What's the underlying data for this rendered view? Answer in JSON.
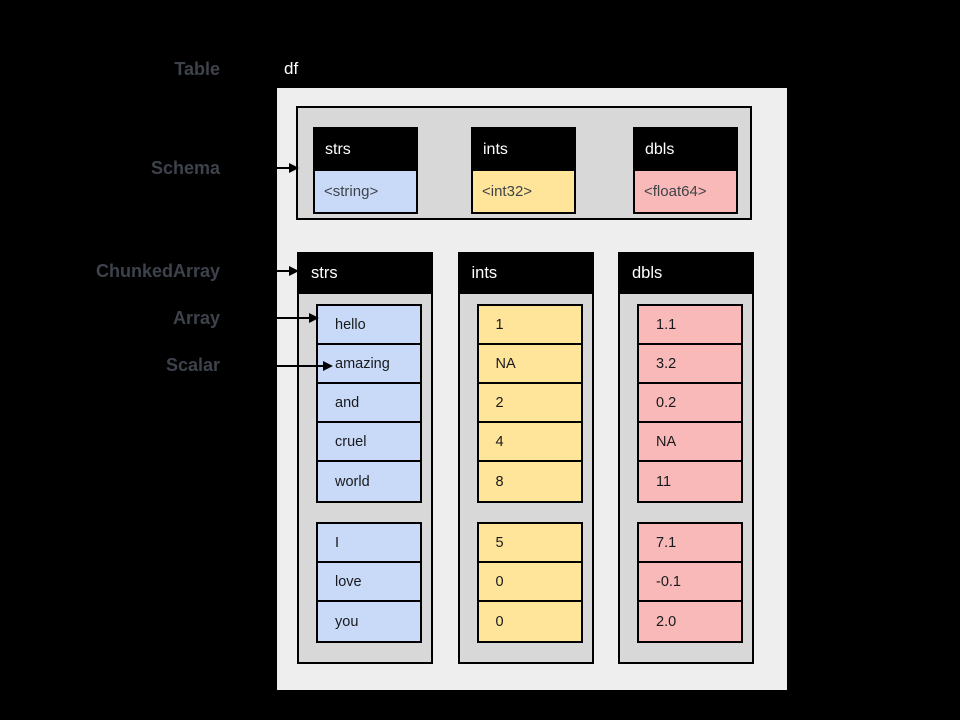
{
  "title": {
    "table_var": "df"
  },
  "legend": {
    "table": "Table",
    "schema": "Schema",
    "chunked_array": "ChunkedArray",
    "array": "Array",
    "scalar": "Scalar"
  },
  "colors": {
    "string_blue": "#c9daf8",
    "int_yellow": "#ffe59a",
    "float_pink": "#f9b9b8",
    "panel_gray": "#d8d8d8",
    "outer_box": "#eeeeee",
    "header_black": "#000000"
  },
  "schema": {
    "fields": [
      {
        "name": "strs",
        "type": "<string>",
        "color": "string_blue"
      },
      {
        "name": "ints",
        "type": "<int32>",
        "color": "int_yellow"
      },
      {
        "name": "dbls",
        "type": "<float64>",
        "color": "float_pink"
      }
    ]
  },
  "chunked_arrays": [
    {
      "name": "strs",
      "color": "string_blue",
      "chunks": [
        [
          "hello",
          "amazing",
          "and",
          "cruel",
          "world"
        ],
        [
          "I",
          "love",
          "you"
        ]
      ]
    },
    {
      "name": "ints",
      "color": "int_yellow",
      "chunks": [
        [
          "1",
          "NA",
          "2",
          "4",
          "8"
        ],
        [
          "5",
          "0",
          "0"
        ]
      ]
    },
    {
      "name": "dbls",
      "color": "float_pink",
      "chunks": [
        [
          "1.1",
          "3.2",
          "0.2",
          "NA",
          "11"
        ],
        [
          "7.1",
          "-0.1",
          "2.0"
        ]
      ]
    }
  ]
}
